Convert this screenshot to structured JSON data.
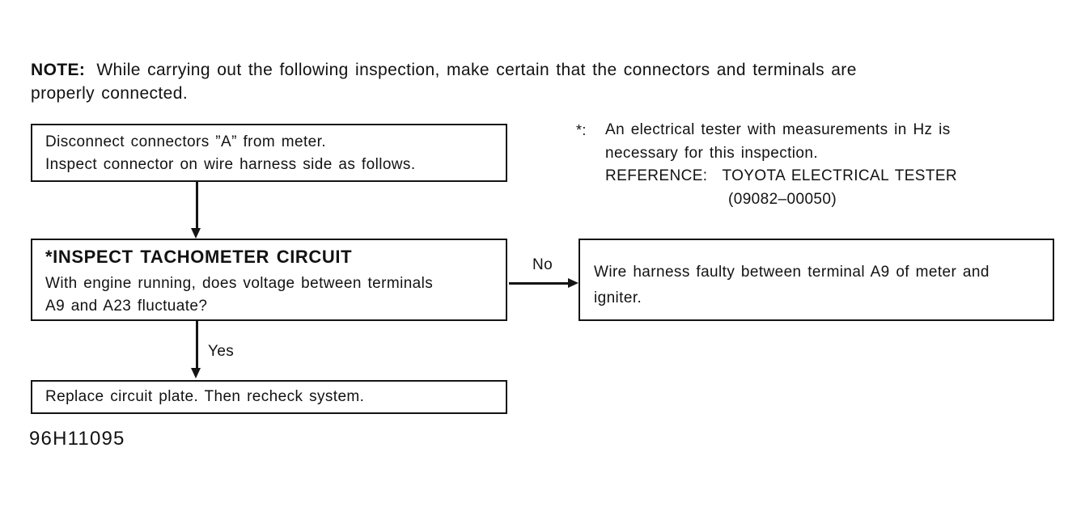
{
  "colors": {
    "ink": "#141414",
    "paper": "#ffffff"
  },
  "note": {
    "label": "NOTE:",
    "line1": "While carrying out the following inspection, make certain that the connectors and terminals are",
    "line2": "properly connected."
  },
  "flowchart": {
    "step1": {
      "lines": [
        "Disconnect connectors ”A” from meter.",
        "Inspect connector on wire harness side as follows."
      ]
    },
    "decision": {
      "title": "*INSPECT TACHOMETER CIRCUIT",
      "question_lines": [
        "With engine running, does voltage between terminals",
        "A9 and A23 fluctuate?"
      ]
    },
    "no_label": "No",
    "yes_label": "Yes",
    "no_result": {
      "lines": [
        "Wire harness faulty between terminal A9 of meter and",
        "igniter."
      ]
    },
    "yes_result": {
      "text": "Replace circuit plate. Then recheck system."
    }
  },
  "tester_note": {
    "marker": "*:",
    "lines": [
      "An electrical tester with measurements in Hz is",
      "necessary for this inspection."
    ],
    "reference_label": "REFERENCE:",
    "reference_name": "TOYOTA ELECTRICAL TESTER",
    "reference_number": "(09082–00050)"
  },
  "figure_code": "96H11095"
}
